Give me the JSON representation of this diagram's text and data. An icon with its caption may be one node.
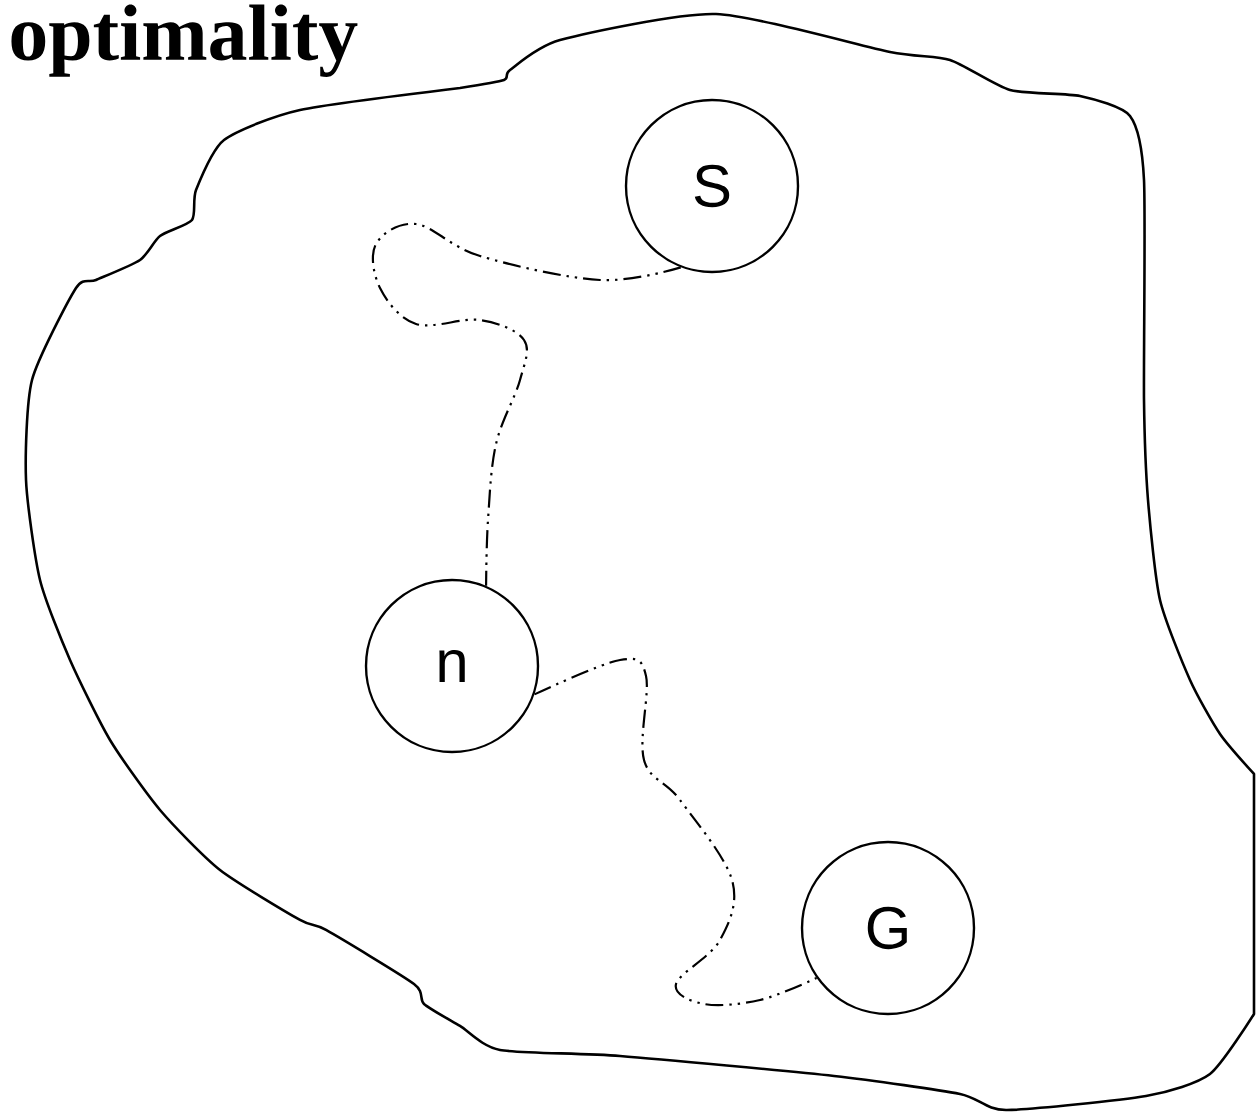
{
  "diagram": {
    "title": "optimality",
    "nodes": [
      {
        "text": [
          "S"
        ]
      },
      {
        "text": [
          "n"
        ]
      },
      {
        "text": [
          "G"
        ]
      }
    ],
    "edges": [
      {
        "from": 0,
        "to": 1,
        "arrow": "none"
      },
      {
        "from": 1,
        "to": 2,
        "arrow": "none"
      }
    ]
  }
}
